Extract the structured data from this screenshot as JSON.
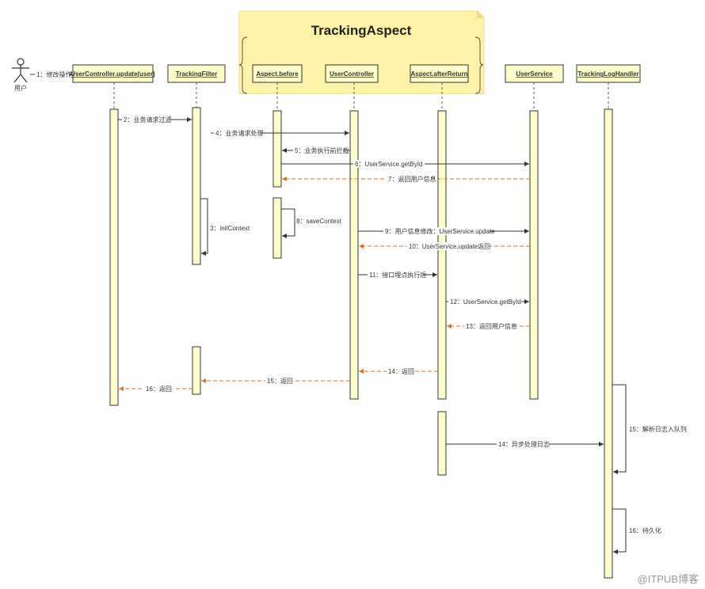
{
  "group": {
    "title": "TrackingAspect"
  },
  "actor": {
    "name": "用户"
  },
  "participants": [
    {
      "id": "uc_update",
      "name": "UserController.update(user)"
    },
    {
      "id": "filter",
      "name": "TrackingFilter"
    },
    {
      "id": "aspect_before",
      "name": "Aspect.before"
    },
    {
      "id": "controller",
      "name": "UserController"
    },
    {
      "id": "aspect_after",
      "name": "Aspect.afterReturn"
    },
    {
      "id": "service",
      "name": "UserService"
    },
    {
      "id": "log_handler",
      "name": "TrackingLogHandler"
    }
  ],
  "messages": [
    {
      "label": "1：修改操作",
      "kind": "call"
    },
    {
      "label": "2：业务请求过滤",
      "kind": "call"
    },
    {
      "label": "3：initContext",
      "kind": "self"
    },
    {
      "label": "4：业务请求处理",
      "kind": "call"
    },
    {
      "label": "5：业务执行前拦截",
      "kind": "call"
    },
    {
      "label": "6：UserService.getById",
      "kind": "call"
    },
    {
      "label": "7：返回用户信息",
      "kind": "return"
    },
    {
      "label": "8：saveContext",
      "kind": "self"
    },
    {
      "label": "9：用户信息修改：UserService.update",
      "kind": "call"
    },
    {
      "label": "10：UserService.update返回",
      "kind": "return"
    },
    {
      "label": "11：接口埋点执行后",
      "kind": "call"
    },
    {
      "label": "12：UserService.getById",
      "kind": "call"
    },
    {
      "label": "13：返回用户信息",
      "kind": "return"
    },
    {
      "label": "14：返回",
      "kind": "return"
    },
    {
      "label": "15：返回",
      "kind": "return"
    },
    {
      "label": "16：返回",
      "kind": "return"
    },
    {
      "label": "14：异步处理日志",
      "kind": "call"
    },
    {
      "label": "15：解析日志入队列",
      "kind": "self"
    },
    {
      "label": "16：持久化",
      "kind": "self"
    }
  ],
  "watermark": "@ITPUB博客",
  "colors": {
    "activation_fill": "#ffffcc",
    "group_fill": "#fdf2a8",
    "call_line": "#333333",
    "return_line": "#d9731f"
  }
}
